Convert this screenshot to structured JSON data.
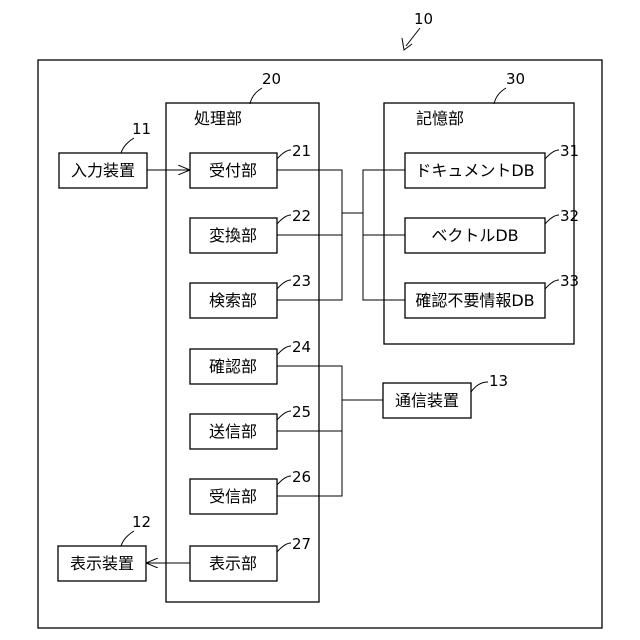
{
  "system": {
    "ref": "10"
  },
  "processing_unit": {
    "title": "処理部",
    "ref": "20",
    "modules": [
      {
        "label": "受付部",
        "ref": "21"
      },
      {
        "label": "変換部",
        "ref": "22"
      },
      {
        "label": "検索部",
        "ref": "23"
      },
      {
        "label": "確認部",
        "ref": "24"
      },
      {
        "label": "送信部",
        "ref": "25"
      },
      {
        "label": "受信部",
        "ref": "26"
      },
      {
        "label": "表示部",
        "ref": "27"
      }
    ]
  },
  "storage_unit": {
    "title": "記憶部",
    "ref": "30",
    "databases": [
      {
        "label": "ドキュメントDB",
        "ref": "31"
      },
      {
        "label": "ベクトルDB",
        "ref": "32"
      },
      {
        "label": "確認不要情報DB",
        "ref": "33"
      }
    ]
  },
  "devices": {
    "input": {
      "label": "入力装置",
      "ref": "11"
    },
    "display": {
      "label": "表示装置",
      "ref": "12"
    },
    "communication": {
      "label": "通信装置",
      "ref": "13"
    }
  }
}
